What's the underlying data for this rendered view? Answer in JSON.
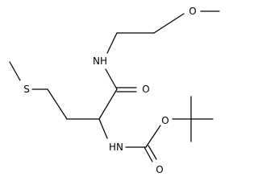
{
  "molecule": {
    "atoms": {
      "methoxy_o": "O",
      "amide_nh": "NH",
      "thioether_s": "S",
      "amide_o": "O",
      "carbamate_o_ester": "O",
      "carbamate_nh": "HN",
      "carbamate_o_carbonyl": "O"
    }
  },
  "colors": {
    "bond": "#000000",
    "label": "#000000",
    "background": "#ffffff"
  }
}
